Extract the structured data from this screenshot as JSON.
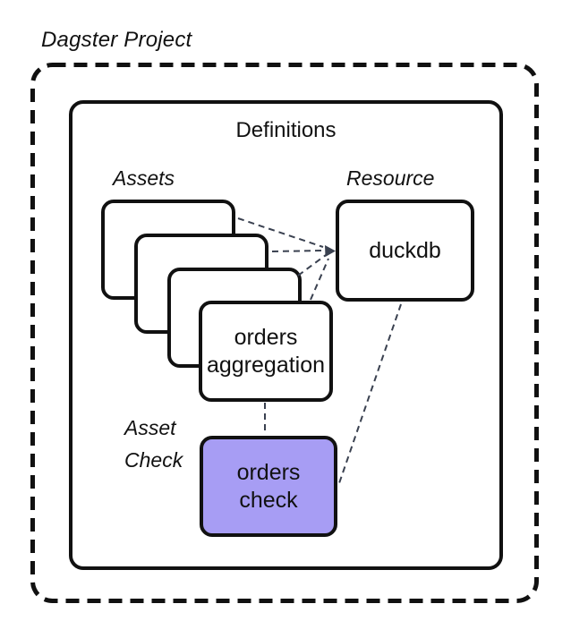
{
  "title": "Dagster Project",
  "definitions": {
    "label": "Definitions",
    "assets": {
      "group_label": "Assets",
      "stack_card_count": 4,
      "front_card": {
        "line1": "orders",
        "line2": "aggregation"
      }
    },
    "resource": {
      "group_label": "Resource",
      "node_label": "duckdb"
    },
    "asset_check": {
      "group_label_line1": "Asset",
      "group_label_line2": "Check",
      "node": {
        "line1": "orders",
        "line2": "check"
      }
    }
  },
  "colors": {
    "background": "#ffffff",
    "border": "#111111",
    "connector": "#3a4150",
    "asset_check_fill": "#a79df4"
  }
}
